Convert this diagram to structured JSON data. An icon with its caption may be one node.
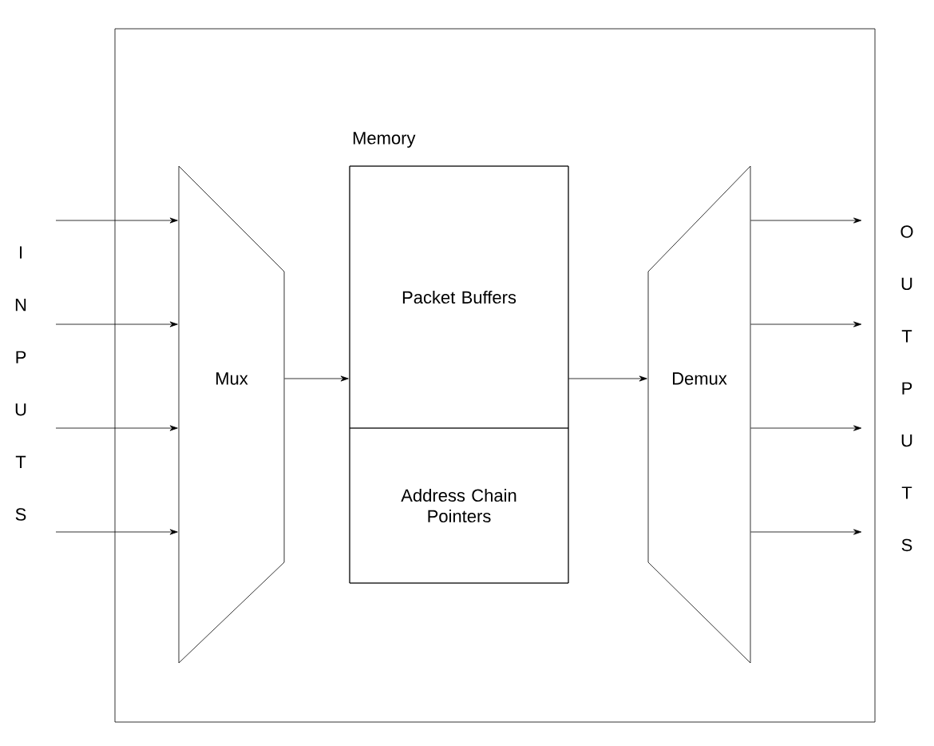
{
  "diagram": {
    "nodes": [
      {
        "text": [],
        "shape": "box"
      },
      {
        "text": [
          "Mux"
        ],
        "in": 0
      },
      {
        "text": [
          "Memory"
        ],
        "in": 0
      },
      {
        "text": [
          "Packet Buffers"
        ],
        "in": 2
      },
      {
        "text": [
          "Address Chain Pointers"
        ],
        "in": 2
      },
      {
        "text": [
          "Demux"
        ],
        "in": 0
      }
    ],
    "edges": [
      {
        "from": null,
        "to": 1,
        "arrow": "to"
      },
      {
        "from": null,
        "to": 1,
        "arrow": "to"
      },
      {
        "from": null,
        "to": 1,
        "arrow": "to"
      },
      {
        "from": null,
        "to": 1,
        "arrow": "to"
      },
      {
        "from": 1,
        "to": 3,
        "arrow": "to"
      },
      {
        "from": 3,
        "to": 5,
        "arrow": "to"
      },
      {
        "from": 5,
        "to": null,
        "arrow": "to"
      },
      {
        "from": 5,
        "to": null,
        "arrow": "to"
      },
      {
        "from": 5,
        "to": null,
        "arrow": "to"
      },
      {
        "from": 5,
        "to": null,
        "arrow": "to"
      }
    ],
    "labels": [
      "I",
      "N",
      "P",
      "U",
      "T",
      "S",
      "O",
      "U",
      "T",
      "P",
      "U",
      "T",
      "S"
    ]
  }
}
